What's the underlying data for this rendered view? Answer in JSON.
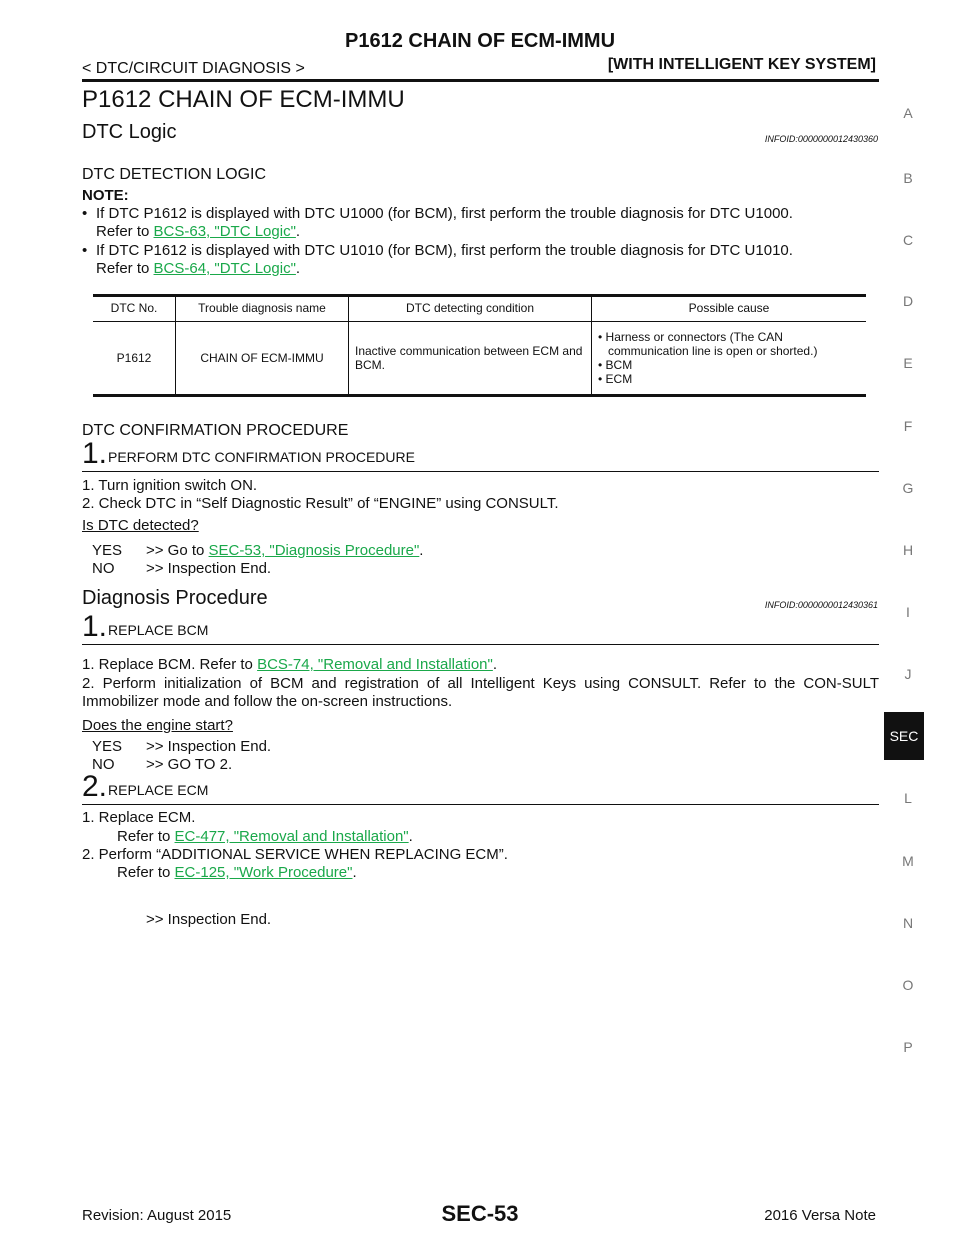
{
  "header": {
    "title": "P1612 CHAIN OF ECM-IMMU",
    "left": "< DTC/CIRCUIT DIAGNOSIS >",
    "right": "[WITH INTELLIGENT KEY SYSTEM]"
  },
  "page_title": "P1612 CHAIN OF ECM-IMMU",
  "dtc_logic": {
    "heading": "DTC Logic",
    "infoid": "INFOID:0000000012430360",
    "detection_heading": "DTC DETECTION LOGIC",
    "note_label": "NOTE:",
    "notes": [
      {
        "text": "If DTC P1612 is displayed with DTC U1000 (for BCM), first perform the trouble diagnosis for DTC U1000.",
        "refer": "Refer to ",
        "link": "BCS-63, \"DTC Logic\"",
        "end": "."
      },
      {
        "text": "If DTC P1612 is displayed with DTC U1010 (for BCM), first perform the trouble diagnosis for DTC U1010.",
        "refer": "Refer to ",
        "link": "BCS-64, \"DTC Logic\"",
        "end": "."
      }
    ],
    "table": {
      "headers": [
        "DTC No.",
        "Trouble diagnosis name",
        "DTC detecting condition",
        "Possible cause"
      ],
      "row": {
        "dtc_no": "P1612",
        "name": "CHAIN OF ECM-IMMU",
        "condition": "Inactive communication between ECM and BCM.",
        "causes": [
          "Harness or connectors (The CAN communication line is open or shorted.)",
          "BCM",
          "ECM"
        ]
      }
    },
    "confirmation_heading": "DTC CONFIRMATION PROCEDURE",
    "step1": {
      "num": "1.",
      "label": "PERFORM DTC CONFIRMATION PROCEDURE",
      "items": [
        "1.   Turn ignition switch ON.",
        "2.   Check DTC in “Self Diagnostic Result” of “ENGINE” using CONSULT."
      ],
      "question": "Is DTC detected?",
      "yes_label": "YES",
      "yes_prefix": ">> Go to ",
      "yes_link": "SEC-53, \"Diagnosis Procedure\"",
      "yes_end": ".",
      "no_label": "NO",
      "no_text": ">> Inspection End."
    }
  },
  "diagnosis": {
    "heading": "Diagnosis Procedure",
    "infoid": "INFOID:0000000012430361",
    "step1": {
      "num": "1.",
      "label": "REPLACE BCM",
      "item1_prefix": "1.   Replace BCM. Refer to ",
      "item1_link": "BCS-74, \"Removal and Installation\"",
      "item1_end": ".",
      "item2": "2.   Perform initialization of BCM and registration of all Intelligent Keys using CONSULT. Refer to the CON-SULT Immobilizer mode and follow the on-screen instructions.",
      "question": "Does the engine start?",
      "yes_label": "YES",
      "yes_text": ">> Inspection End.",
      "no_label": "NO",
      "no_text": ">> GO TO 2."
    },
    "step2": {
      "num": "2.",
      "label": "REPLACE ECM",
      "item1": "1.   Replace ECM.",
      "item1_refer": "Refer to ",
      "item1_link": "EC-477, \"Removal and Installation\"",
      "item1_end": ".",
      "item2": "2.   Perform “ADDITIONAL SERVICE WHEN REPLACING ECM”.",
      "item2_refer": "Refer to ",
      "item2_link": "EC-125, \"Work Procedure\"",
      "item2_end": ".",
      "end_text": ">> Inspection End."
    }
  },
  "side_index": [
    "A",
    "B",
    "C",
    "D",
    "E",
    "F",
    "G",
    "H",
    "I",
    "J",
    "L",
    "M",
    "N",
    "O",
    "P"
  ],
  "side_tab": "SEC",
  "footer": {
    "revision": "Revision: August 2015",
    "page": "SEC-53",
    "model": "2016 Versa Note"
  }
}
